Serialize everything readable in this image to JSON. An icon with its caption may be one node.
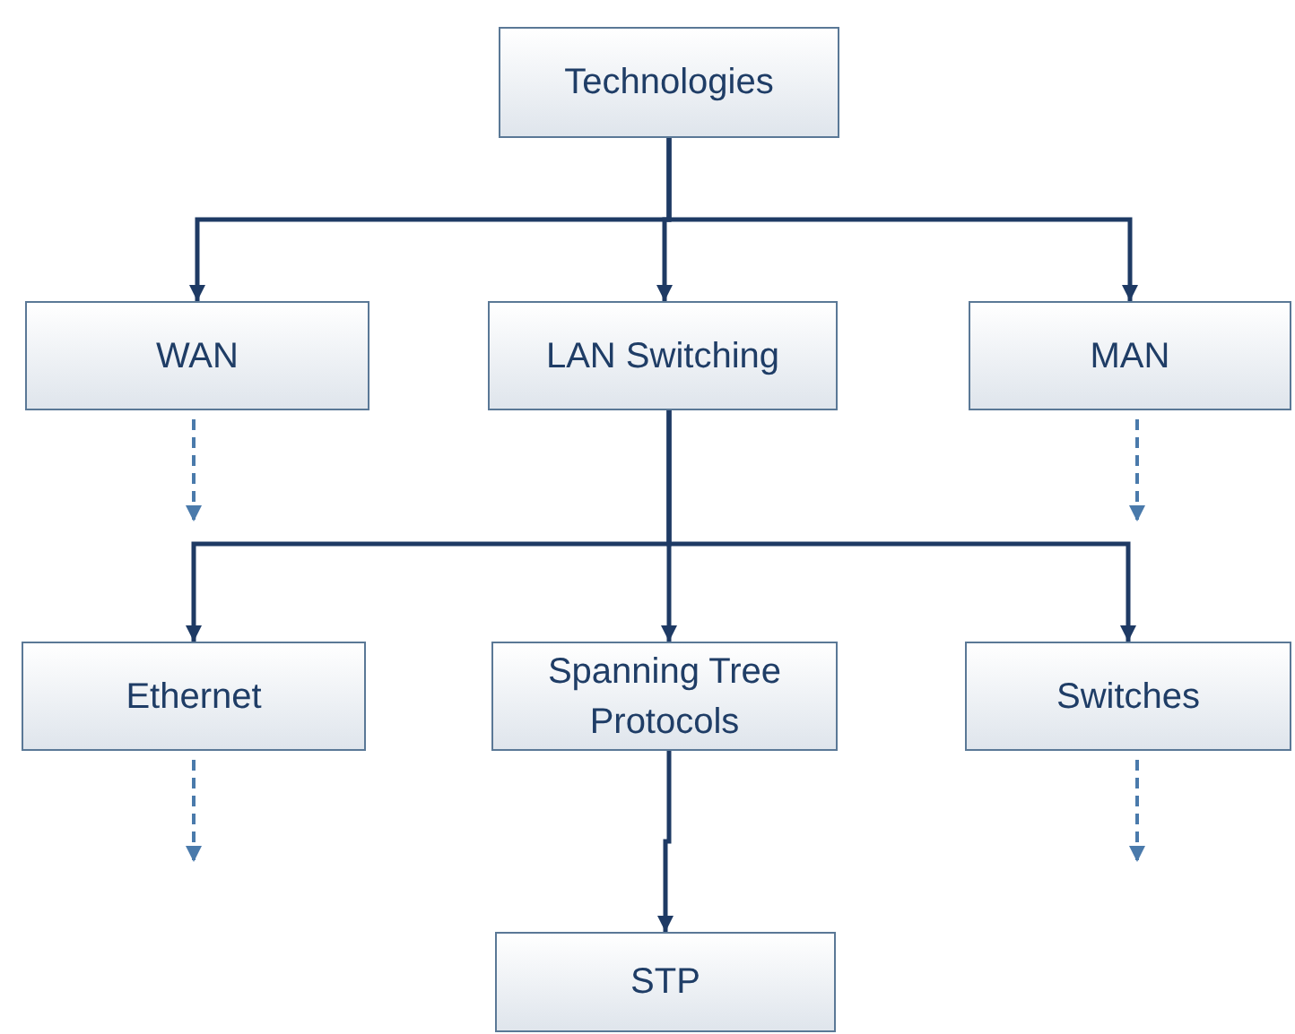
{
  "diagram": {
    "nodes": [
      {
        "text": [
          "Technologies"
        ]
      },
      {
        "text": [
          "WAN"
        ]
      },
      {
        "text": [
          "LAN Switching"
        ]
      },
      {
        "text": [
          "MAN"
        ]
      },
      {
        "text": [
          "Ethernet"
        ]
      },
      {
        "text": [
          "Spanning Tree Protocols"
        ]
      },
      {
        "text": [
          "Switches"
        ]
      },
      {
        "text": [
          "STP"
        ]
      }
    ],
    "edges": [
      {
        "from": 0,
        "to": 1,
        "arrow": "to"
      },
      {
        "from": 0,
        "to": 2,
        "arrow": "to"
      },
      {
        "from": 0,
        "to": 3,
        "arrow": "to"
      },
      {
        "from": 1,
        "to": null,
        "arrow": "to",
        "style": "dashed",
        "color": "#4a7aab"
      },
      {
        "from": 3,
        "to": null,
        "arrow": "to",
        "style": "dashed",
        "color": "#4a7aab"
      },
      {
        "from": 2,
        "to": 4,
        "arrow": "to"
      },
      {
        "from": 2,
        "to": 5,
        "arrow": "to"
      },
      {
        "from": 2,
        "to": 6,
        "arrow": "to"
      },
      {
        "from": 4,
        "to": null,
        "arrow": "to",
        "style": "dashed",
        "color": "#4a7aab"
      },
      {
        "from": 6,
        "to": null,
        "arrow": "to",
        "style": "dashed",
        "color": "#4a7aab"
      },
      {
        "from": 5,
        "to": 7,
        "arrow": "to"
      }
    ]
  }
}
